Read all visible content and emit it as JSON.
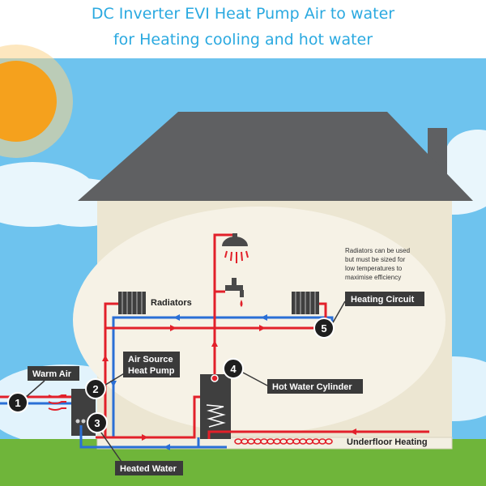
{
  "title": {
    "line1": "DC Inverter EVI Heat Pump Air to water",
    "line2": "for Heating cooling and hot water"
  },
  "labels": {
    "warm_air": "Warm Air",
    "air_source_1": "Air Source",
    "air_source_2": "Heat Pump",
    "radiators": "Radiators",
    "heating_circuit": "Heating Circuit",
    "hot_water_cylinder": "Hot Water Cylinder",
    "underfloor_heating": "Underfloor Heating",
    "heated_water": "Heated Water"
  },
  "radiator_note": [
    "Radiators can be used",
    "but must be sized for",
    "low temperatures to",
    "maximise efficiency"
  ],
  "markers": [
    "1",
    "2",
    "3",
    "4",
    "5"
  ],
  "colors": {
    "title": "#2aa9e0",
    "sky": "#6ec3ee",
    "sun": "#f5a11d",
    "roof": "#5f6062",
    "wall": "#ece6d2",
    "grass": "#6fb53a",
    "hot_pipe": "#e2202a",
    "cold_pipe": "#2a6fd6",
    "label_bg": "#3a3a3a",
    "marker_bg": "#1e1e1e"
  }
}
